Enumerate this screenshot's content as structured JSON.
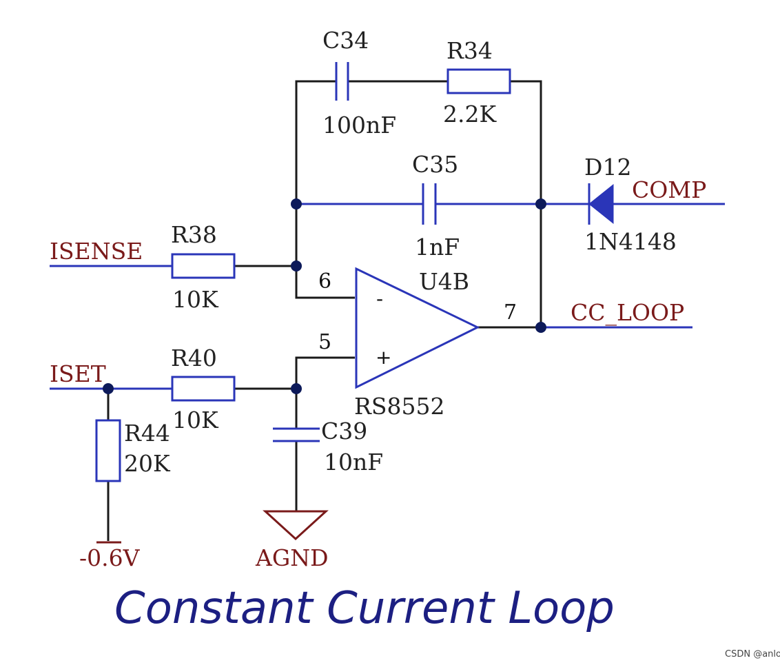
{
  "title": "Constant Current Loop",
  "credit": "CSDN @anlog",
  "components": {
    "c34": {
      "ref": "C34",
      "value": "100nF"
    },
    "r34": {
      "ref": "R34",
      "value": "2.2K"
    },
    "c35": {
      "ref": "C35",
      "value": "1nF"
    },
    "d12": {
      "ref": "D12",
      "value": "1N4148"
    },
    "r38": {
      "ref": "R38",
      "value": "10K"
    },
    "u4b": {
      "ref": "U4B",
      "value": "RS8552",
      "pin_inv": "6",
      "pin_noninv": "5",
      "pin_out": "7",
      "minus": "-",
      "plus": "+"
    },
    "r40": {
      "ref": "R40",
      "value": "10K"
    },
    "r44": {
      "ref": "R44",
      "value": "20K"
    },
    "c39": {
      "ref": "C39",
      "value": "10nF"
    }
  },
  "nets": {
    "isense": "ISENSE",
    "iset": "ISET",
    "comp": "COMP",
    "cc_loop": "CC_LOOP",
    "neg_supply": "-0.6V",
    "agnd": "AGND"
  },
  "colors": {
    "wire": "#1a1a1a",
    "component": "#2a35b8",
    "net_label": "#7a1a1a",
    "title": "#1c1f82"
  }
}
